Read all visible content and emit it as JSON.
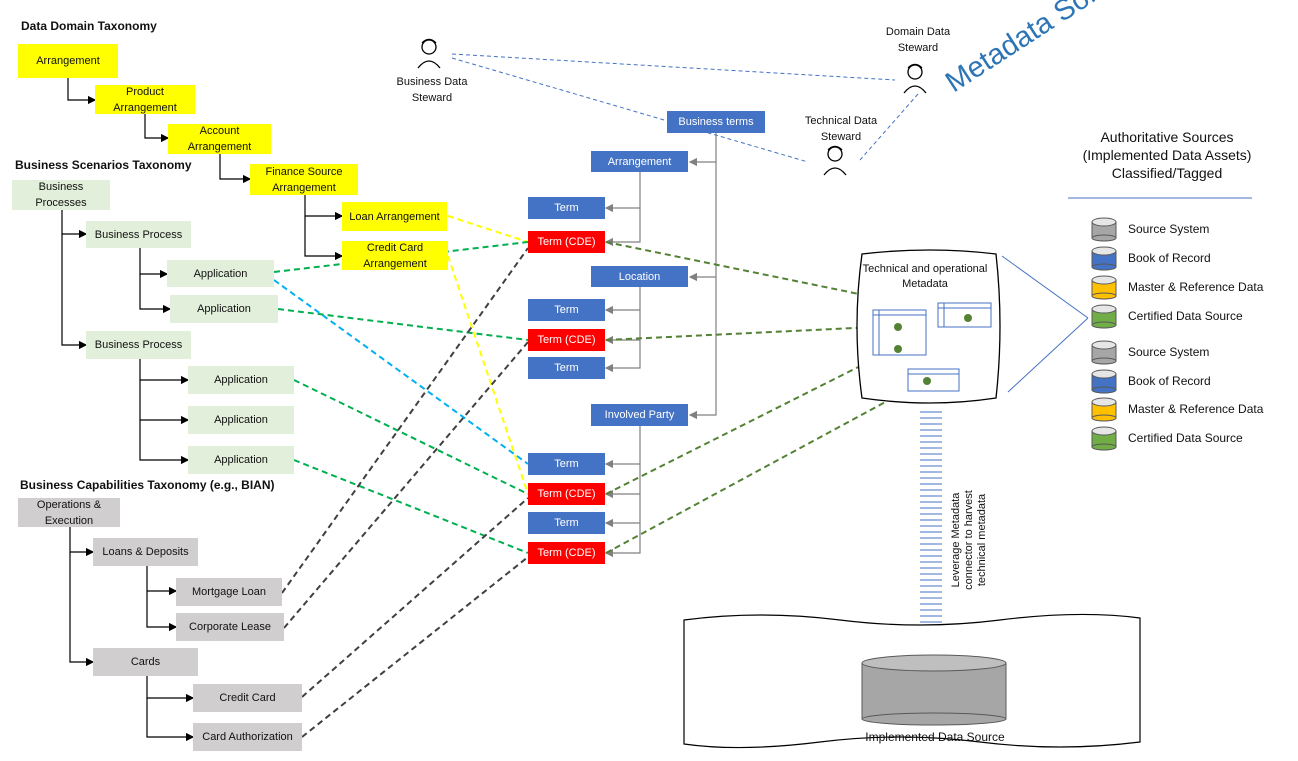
{
  "headers": {
    "data_domain": "Data Domain Taxonomy",
    "business_scenarios": "Business Scenarios Taxonomy",
    "business_capabilities": "Business Capabilities Taxonomy (e.g., BIAN)"
  },
  "data_domain": {
    "arrangement": "Arrangement",
    "product_arrangement": "Product Arrangement",
    "account_arrangement": "Account Arrangement",
    "finance_source_arrangement": "Finance Source Arrangement",
    "loan_arrangement": "Loan Arrangement",
    "credit_card_arrangement": "Credit Card Arrangement"
  },
  "business_scenarios": {
    "business_processes": "Business Processes",
    "business_process_1": "Business Process",
    "application_1": "Application",
    "application_2": "Application",
    "business_process_2": "Business Process",
    "application_3": "Application",
    "application_4": "Application",
    "application_5": "Application"
  },
  "business_capabilities": {
    "operations_execution": "Operations & Execution",
    "loans_deposits": "Loans & Deposits",
    "mortgage_loan": "Mortgage Loan",
    "corporate_lease": "Corporate Lease",
    "cards": "Cards",
    "credit_card": "Credit Card",
    "card_authorization": "Card Authorization"
  },
  "glossary": {
    "business_terms": "Business terms",
    "arrangement": "Arrangement",
    "location": "Location",
    "involved_party": "Involved Party",
    "term": "Term",
    "term_cde": "Term (CDE)"
  },
  "stewards": {
    "business": "Business Data Steward",
    "domain": "Domain Data Steward",
    "technical": "Technical Data Steward"
  },
  "solution_title": "Metadata Solution",
  "authoritative": {
    "title": "Authoritative Sources (Implemented Data Assets) Classified/Tagged",
    "items": [
      {
        "label": "Source System",
        "color": "#a6a6a6"
      },
      {
        "label": "Book of Record",
        "color": "#4472c4"
      },
      {
        "label": "Master & Reference Data",
        "color": "#ffc000"
      },
      {
        "label": "Certified Data Source",
        "color": "#70ad47"
      },
      {
        "label": "Source System",
        "color": "#a6a6a6"
      },
      {
        "label": "Book of Record",
        "color": "#4472c4"
      },
      {
        "label": "Master & Reference Data",
        "color": "#ffc000"
      },
      {
        "label": "Certified Data Source",
        "color": "#70ad47"
      }
    ]
  },
  "technical_metadata_title": "Technical and operational Metadata",
  "implemented_source": "Implemented Data Source",
  "connector_note": "Leverage Metadata connector to harvest technical metadata",
  "colors": {
    "yellow": "#ffff00",
    "green_box": "#e2efda",
    "grey_box": "#d0cece",
    "blue_box": "#4472c4",
    "red_box": "#ff0000",
    "link_green": "#00b050",
    "link_olive": "#548235",
    "link_yellow": "#ffff00",
    "link_cyan": "#00b0f0",
    "link_black": "#404040",
    "link_steward": "#4472c4"
  }
}
